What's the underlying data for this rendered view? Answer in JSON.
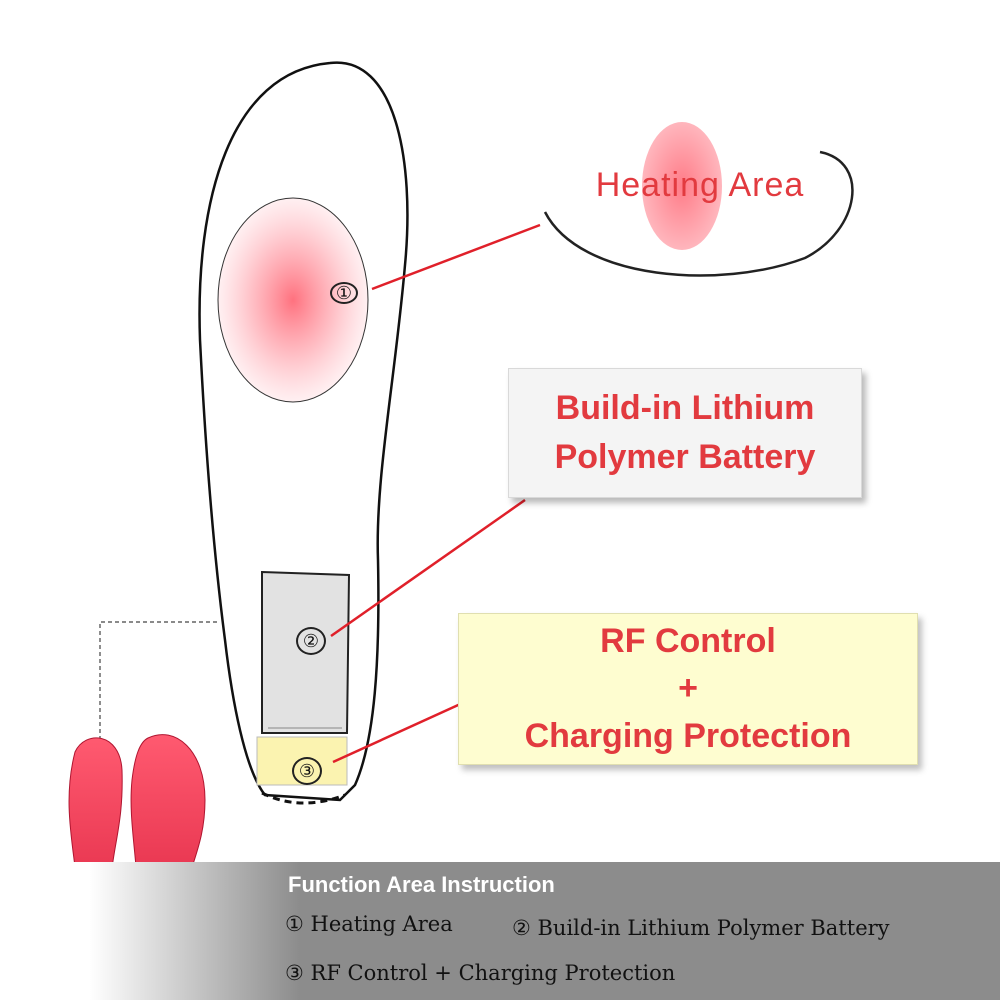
{
  "callouts": {
    "heating": "Heating Area",
    "battery_line1": "Build-in Lithium",
    "battery_line2": "Polymer Battery",
    "rf_line1": "RF Control",
    "rf_line2": "+",
    "rf_line3": "Charging Protection"
  },
  "markers": {
    "m1": "①",
    "m2": "②",
    "m3": "③"
  },
  "legend": {
    "title": "Function Area Instruction",
    "item1": "① Heating Area",
    "item2": "② Build-in Lithium Polymer Battery",
    "item3": "③ RF Control + Charging Protection"
  },
  "colors": {
    "accent_red": "#e23a3f",
    "insole_red": "#e8243f",
    "rf_box_fill": "#fefdd0",
    "bar_gray": "#8c8c8c"
  }
}
